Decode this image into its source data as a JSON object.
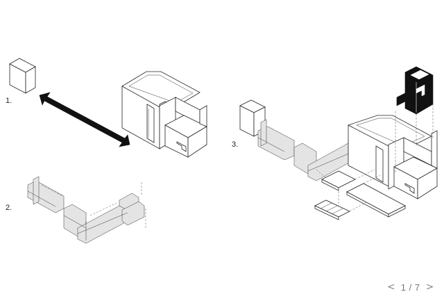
{
  "steps": [
    {
      "label": "1."
    },
    {
      "label": "2."
    },
    {
      "label": "3."
    }
  ],
  "pager": {
    "prev_icon": "chevron-left-icon",
    "next_icon": "chevron-right-icon",
    "prev_glyph": "<",
    "next_glyph": ">",
    "current": "1",
    "separator": "/",
    "total": "7"
  }
}
